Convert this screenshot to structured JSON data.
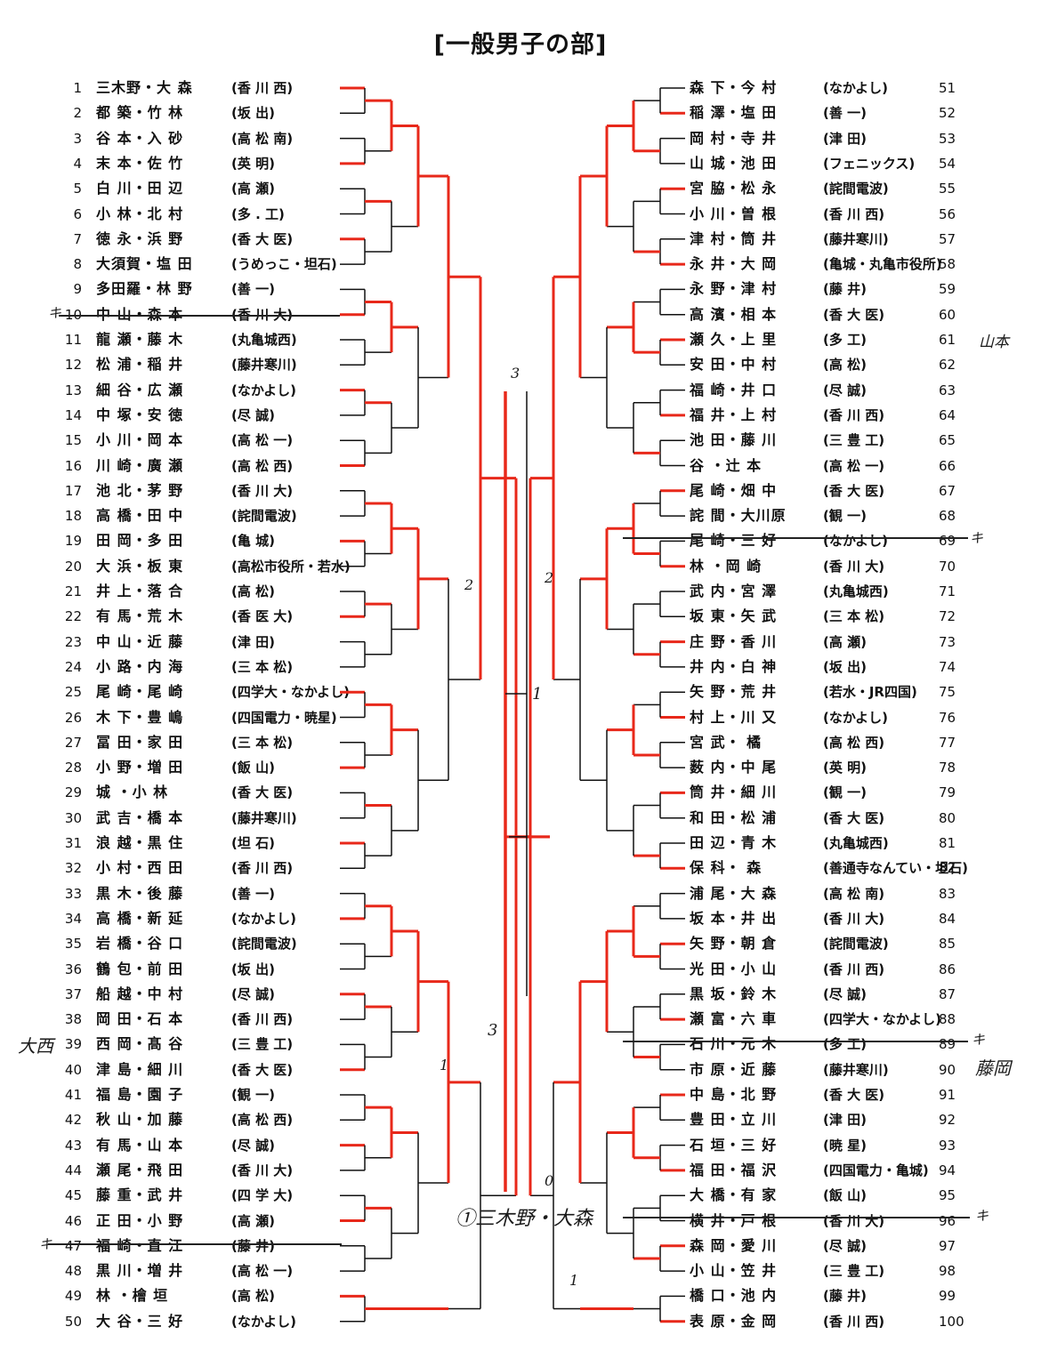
{
  "title": "[一般男子の部]",
  "left_entries": [
    {
      "no": "1",
      "name": "三木野・大 森",
      "club": "(香 川 西)"
    },
    {
      "no": "2",
      "name": "都 築・竹 林",
      "club": "(坂    出)"
    },
    {
      "no": "3",
      "name": "谷 本・入 砂",
      "club": "(高 松 南)"
    },
    {
      "no": "4",
      "name": "末 本・佐 竹",
      "club": "(英    明)"
    },
    {
      "no": "5",
      "name": "白 川・田 辺",
      "club": "(高    瀬)"
    },
    {
      "no": "6",
      "name": "小 林・北 村",
      "club": "(多 .  工)"
    },
    {
      "no": "7",
      "name": "徳 永・浜 野",
      "club": "(香 大 医)"
    },
    {
      "no": "8",
      "name": "大須賀・塩 田",
      "club": "(うめっこ・坦石)"
    },
    {
      "no": "9",
      "name": "多田羅・林 野",
      "club": "(善    一)"
    },
    {
      "no": "10",
      "name": "中 山・森 本",
      "club": "(香 川 大)"
    },
    {
      "no": "11",
      "name": "龍 瀬・藤 木",
      "club": "(丸亀城西)"
    },
    {
      "no": "12",
      "name": "松 浦・稲 井",
      "club": "(藤井寒川)"
    },
    {
      "no": "13",
      "name": "細 谷・広 瀬",
      "club": "(なかよし)"
    },
    {
      "no": "14",
      "name": "中 塚・安 徳",
      "club": "(尽    誠)"
    },
    {
      "no": "15",
      "name": "小 川・岡 本",
      "club": "(高 松 一)"
    },
    {
      "no": "16",
      "name": "川 崎・廣 瀬",
      "club": "(高 松 西)"
    },
    {
      "no": "17",
      "name": "池 北・茅 野",
      "club": "(香 川 大)"
    },
    {
      "no": "18",
      "name": "高 橋・田 中",
      "club": "(詫間電波)"
    },
    {
      "no": "19",
      "name": "田 岡・多 田",
      "club": "(亀    城)"
    },
    {
      "no": "20",
      "name": "大 浜・板 東",
      "club": "(高松市役所・若水)"
    },
    {
      "no": "21",
      "name": "井 上・落 合",
      "club": "(高    松)"
    },
    {
      "no": "22",
      "name": "有 馬・荒 木",
      "club": "(香 医 大)"
    },
    {
      "no": "23",
      "name": "中 山・近 藤",
      "club": "(津    田)"
    },
    {
      "no": "24",
      "name": "小 路・内 海",
      "club": "(三 本 松)"
    },
    {
      "no": "25",
      "name": "尾 崎・尾 崎",
      "club": "(四学大・なかよし)"
    },
    {
      "no": "26",
      "name": "木 下・豊 嶋",
      "club": "(四国電力・暁星)"
    },
    {
      "no": "27",
      "name": "冨 田・家 田",
      "club": "(三 本 松)"
    },
    {
      "no": "28",
      "name": "小 野・増 田",
      "club": "(飯    山)"
    },
    {
      "no": "29",
      "name": "城 ・小 林",
      "club": "(香 大 医)"
    },
    {
      "no": "30",
      "name": "武 吉・橋 本",
      "club": "(藤井寒川)"
    },
    {
      "no": "31",
      "name": "浪 越・黒 住",
      "club": "(坦    石)"
    },
    {
      "no": "32",
      "name": "小 村・西 田",
      "club": "(香 川 西)"
    },
    {
      "no": "33",
      "name": "黒 木・後 藤",
      "club": "(善    一)"
    },
    {
      "no": "34",
      "name": "高 橋・新 延",
      "club": "(なかよし)"
    },
    {
      "no": "35",
      "name": "岩 橋・谷 口",
      "club": "(詫間電波)"
    },
    {
      "no": "36",
      "name": "鶴 包・前 田",
      "club": "(坂    出)"
    },
    {
      "no": "37",
      "name": "船 越・中 村",
      "club": "(尽    誠)"
    },
    {
      "no": "38",
      "name": "岡 田・石 本",
      "club": "(香 川 西)"
    },
    {
      "no": "39",
      "name": "西 岡・髙 谷",
      "club": "(三 豊 工)"
    },
    {
      "no": "40",
      "name": "津 島・細 川",
      "club": "(香 大 医)"
    },
    {
      "no": "41",
      "name": "福 島・園 子",
      "club": "(観    一)"
    },
    {
      "no": "42",
      "name": "秋 山・加 藤",
      "club": "(高 松 西)"
    },
    {
      "no": "43",
      "name": "有 馬・山 本",
      "club": "(尽    誠)"
    },
    {
      "no": "44",
      "name": "瀬 尾・飛 田",
      "club": "(香 川 大)"
    },
    {
      "no": "45",
      "name": "藤 重・武 井",
      "club": "(四 学 大)"
    },
    {
      "no": "46",
      "name": "正 田・小 野",
      "club": "(高    瀬)"
    },
    {
      "no": "47",
      "name": "福 崎・直 江",
      "club": "(藤    井)"
    },
    {
      "no": "48",
      "name": "黒 川・増 井",
      "club": "(高 松 一)"
    },
    {
      "no": "49",
      "name": "林 ・檜 垣",
      "club": "(高    松)"
    },
    {
      "no": "50",
      "name": "大 谷・三 好",
      "club": "(なかよし)"
    }
  ],
  "right_entries": [
    {
      "no": "51",
      "name": "森 下・今 村",
      "club": "(なかよし)"
    },
    {
      "no": "52",
      "name": "稲 澤・塩 田",
      "club": "(善    一)"
    },
    {
      "no": "53",
      "name": "岡 村・寺 井",
      "club": "(津    田)"
    },
    {
      "no": "54",
      "name": "山 城・池 田",
      "club": "(フェニックス)"
    },
    {
      "no": "55",
      "name": "宮 脇・松 永",
      "club": "(詫間電波)"
    },
    {
      "no": "56",
      "name": "小 川・曽 根",
      "club": "(香 川 西)"
    },
    {
      "no": "57",
      "name": "津 村・筒 井",
      "club": "(藤井寒川)"
    },
    {
      "no": "58",
      "name": "永 井・大 岡",
      "club": "(亀城・丸亀市役所)"
    },
    {
      "no": "59",
      "name": "永 野・津 村",
      "club": "(藤    井)"
    },
    {
      "no": "60",
      "name": "高 濱・相 本",
      "club": "(香 大 医)"
    },
    {
      "no": "61",
      "name": "瀬 久・上 里",
      "club": "(多    工)"
    },
    {
      "no": "62",
      "name": "安 田・中 村",
      "club": "(高    松)"
    },
    {
      "no": "63",
      "name": "福 崎・井 口",
      "club": "(尽    誠)"
    },
    {
      "no": "64",
      "name": "福 井・上 村",
      "club": "(香 川 西)"
    },
    {
      "no": "65",
      "name": "池 田・藤 川",
      "club": "(三 豊 工)"
    },
    {
      "no": "66",
      "name": "谷 ・辻 本",
      "club": "(高 松 一)"
    },
    {
      "no": "67",
      "name": "尾 崎・畑 中",
      "club": "(香 大 医)"
    },
    {
      "no": "68",
      "name": "詫 間・大川原",
      "club": "(観    一)"
    },
    {
      "no": "69",
      "name": "尾 崎・三 好",
      "club": "(なかよし)"
    },
    {
      "no": "70",
      "name": "林 ・岡 崎",
      "club": "(香 川 大)"
    },
    {
      "no": "71",
      "name": "武 内・宮 澤",
      "club": "(丸亀城西)"
    },
    {
      "no": "72",
      "name": "坂 東・矢 武",
      "club": "(三 本 松)"
    },
    {
      "no": "73",
      "name": "庄 野・香 川",
      "club": "(高    瀬)"
    },
    {
      "no": "74",
      "name": "井 内・白 神",
      "club": "(坂    出)"
    },
    {
      "no": "75",
      "name": "矢 野・荒 井",
      "club": "(若水・JR四国)"
    },
    {
      "no": "76",
      "name": "村 上・川 又",
      "club": "(なかよし)"
    },
    {
      "no": "77",
      "name": "宮 武・ 橘",
      "club": "(高 松 西)"
    },
    {
      "no": "78",
      "name": "薮 内・中 尾",
      "club": "(英    明)"
    },
    {
      "no": "79",
      "name": "筒 井・細 川",
      "club": "(観    一)"
    },
    {
      "no": "80",
      "name": "和 田・松 浦",
      "club": "(香 大 医)"
    },
    {
      "no": "81",
      "name": "田 辺・青 木",
      "club": "(丸亀城西)"
    },
    {
      "no": "82",
      "name": "保 科・ 森",
      "club": "(善通寺なんてい・坦石)"
    },
    {
      "no": "83",
      "name": "浦 尾・大 森",
      "club": "(高 松 南)"
    },
    {
      "no": "84",
      "name": "坂 本・井 出",
      "club": "(香 川 大)"
    },
    {
      "no": "85",
      "name": "矢 野・朝 倉",
      "club": "(詫間電波)"
    },
    {
      "no": "86",
      "name": "光 田・小 山",
      "club": "(香 川 西)"
    },
    {
      "no": "87",
      "name": "黒 坂・鈴 木",
      "club": "(尽    誠)"
    },
    {
      "no": "88",
      "name": "瀬 富・六 車",
      "club": "(四学大・なかよし)"
    },
    {
      "no": "89",
      "name": "石 川・元 木",
      "club": "(多    工)"
    },
    {
      "no": "90",
      "name": "市 原・近 藤",
      "club": "(藤井寒川)"
    },
    {
      "no": "91",
      "name": "中 島・北 野",
      "club": "(香 大 医)"
    },
    {
      "no": "92",
      "name": "豊 田・立 川",
      "club": "(津    田)"
    },
    {
      "no": "93",
      "name": "石 垣・三 好",
      "club": "(暁    星)"
    },
    {
      "no": "94",
      "name": "福 田・福 沢",
      "club": "(四国電力・亀城)"
    },
    {
      "no": "95",
      "name": "大 橋・有 家",
      "club": "(飯    山)"
    },
    {
      "no": "96",
      "name": "横 井・戸 根",
      "club": "(香 川 大)"
    },
    {
      "no": "97",
      "name": "森 岡・愛 川",
      "club": "(尽    誠)"
    },
    {
      "no": "98",
      "name": "小 山・笠 井",
      "club": "(三 豊 工)"
    },
    {
      "no": "99",
      "name": "橋 口・池 内",
      "club": "(藤    井)"
    },
    {
      "no": "100",
      "name": "表 原・金 岡",
      "club": "(香 川 西)"
    }
  ],
  "handwritten": {
    "final_note": "①三木野・大森",
    "sub_61": "山本",
    "sub_90": "藤岡",
    "sub_39": "大西",
    "mark_10": "キ",
    "mark_47": "キ",
    "mark_69": "キ",
    "mark_89": "キ",
    "mark_96": "キ",
    "score_center_a": "3",
    "score_center_b": "1",
    "score_center_c": "0",
    "score_center_d": "3",
    "score_left_a": "1",
    "score_left_b": "2",
    "score_right_a": "2",
    "score_right_b": "1"
  },
  "colors": {
    "red_line": "#e8281a",
    "ink": "#111111"
  }
}
